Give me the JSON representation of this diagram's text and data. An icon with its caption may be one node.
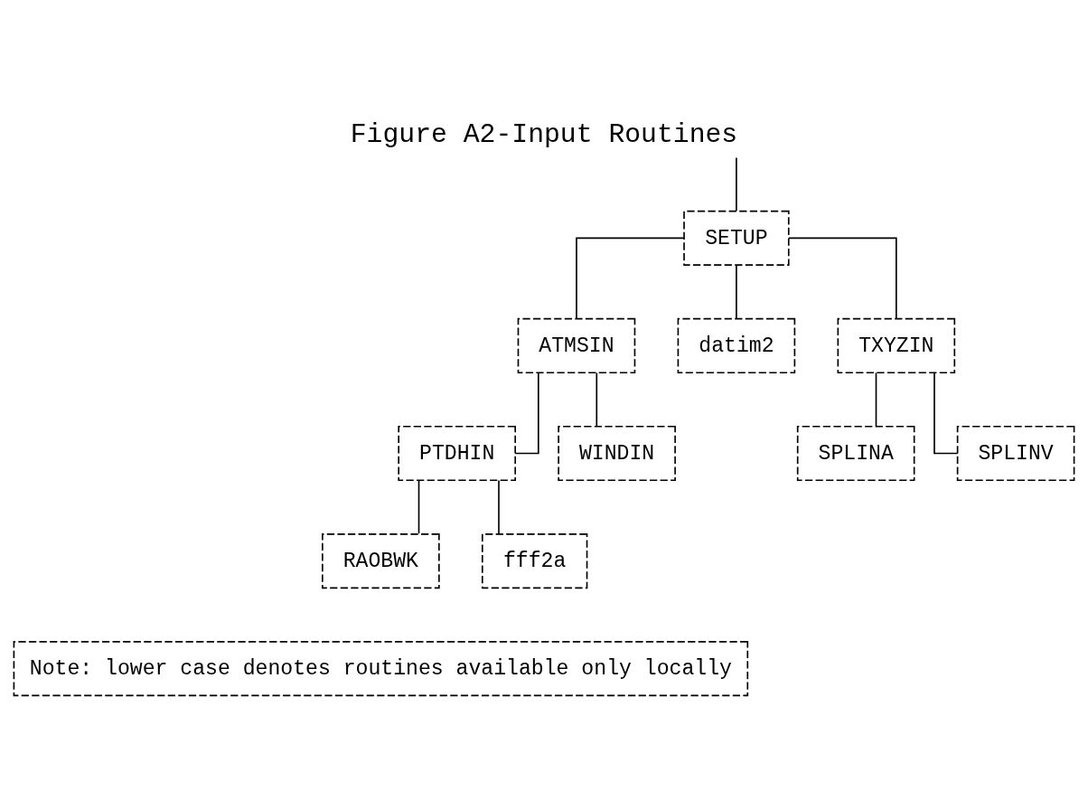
{
  "diagram": {
    "title": "Figure A2-Input Routines",
    "nodes": [
      {
        "text": [
          "SETUP"
        ]
      },
      {
        "text": [
          "ATMSIN"
        ]
      },
      {
        "text": [
          "datim2"
        ]
      },
      {
        "text": [
          "TXYZIN"
        ]
      },
      {
        "text": [
          "PTDHIN"
        ]
      },
      {
        "text": [
          "WINDIN"
        ]
      },
      {
        "text": [
          "SPLINA"
        ]
      },
      {
        "text": [
          "SPLINV"
        ]
      },
      {
        "text": [
          "RAOBWK"
        ]
      },
      {
        "text": [
          "fff2a"
        ]
      }
    ],
    "edges": [
      {
        "from": null,
        "to": 0,
        "arrow": "none"
      },
      {
        "from": 0,
        "to": 1,
        "arrow": "none"
      },
      {
        "from": 0,
        "to": 2,
        "arrow": "none"
      },
      {
        "from": 0,
        "to": 3,
        "arrow": "none"
      },
      {
        "from": 1,
        "to": 4,
        "arrow": "none"
      },
      {
        "from": 1,
        "to": 5,
        "arrow": "none"
      },
      {
        "from": 3,
        "to": 6,
        "arrow": "none"
      },
      {
        "from": 3,
        "to": 7,
        "arrow": "none"
      },
      {
        "from": 4,
        "to": 8,
        "arrow": "none"
      },
      {
        "from": 4,
        "to": 9,
        "arrow": "none"
      }
    ],
    "labels": [
      "Note: lower case denotes routines available only locally"
    ]
  }
}
